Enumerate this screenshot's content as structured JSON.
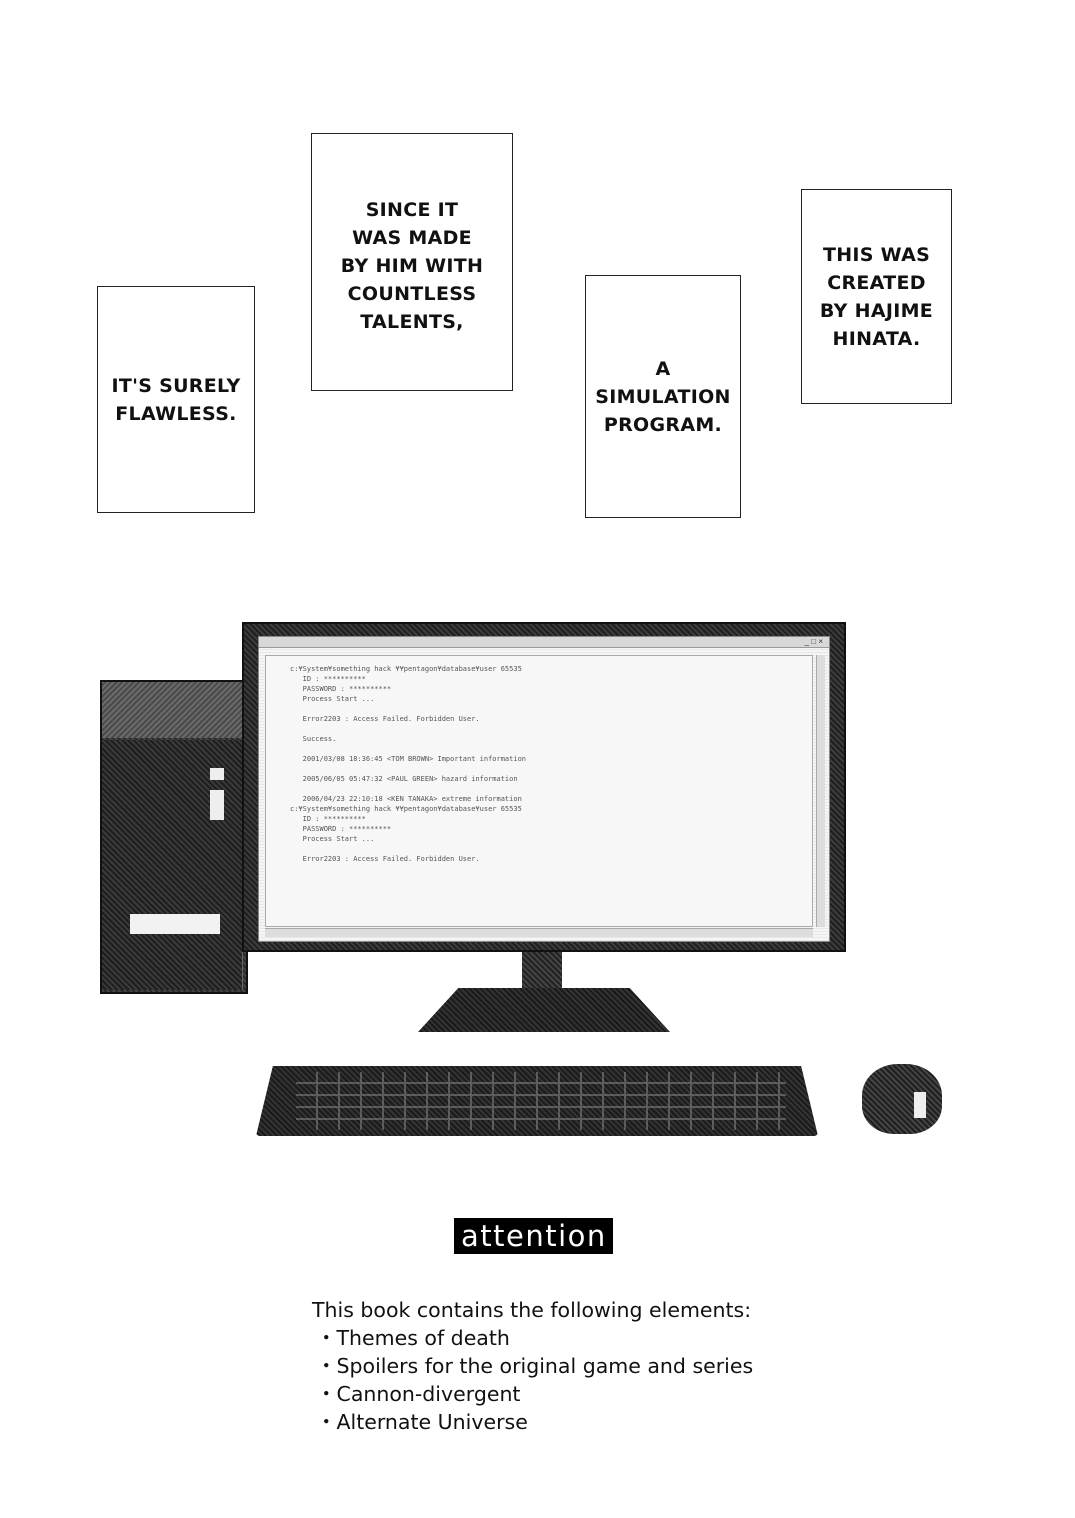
{
  "captions": [
    {
      "text": "IT'S SURELY\nFLAWLESS."
    },
    {
      "text": "SINCE IT\nWAS MADE\nBY HIM WITH\nCOUNTLESS\nTALENTS,"
    },
    {
      "text": "A\nSIMULATION\nPROGRAM."
    },
    {
      "text": "THIS WAS\nCREATED\nBY HAJIME\nHINATA."
    }
  ],
  "attention": {
    "label": "attention",
    "intro": "This book contains the following elements:",
    "items": [
      "Themes of death",
      "Spoilers for the original game and series",
      "Cannon-divergent",
      "Alternate Universe"
    ]
  },
  "screen": {
    "terminal_lines": "c:¥System¥something hack ¥¥pentagon¥database¥user 65535\n   ID : **********\n   PASSWORD : **********\n   Process Start ...\n\n   Error2203 : Access Failed. Forbidden User.\n\n   Success.\n\n   2001/03/08 18:36:45 <TOM BROWN> Important information\n\n   2005/06/05 05:47:32 <PAUL GREEN> hazard information\n\n   2006/04/23 22:10:18 <KEN TANAKA> extreme information\nc:¥System¥something hack ¥¥pentagon¥database¥user 65535\n   ID : **********\n   PASSWORD : **********\n   Process Start ...\n\n   Error2203 : Access Failed. Forbidden User."
  }
}
